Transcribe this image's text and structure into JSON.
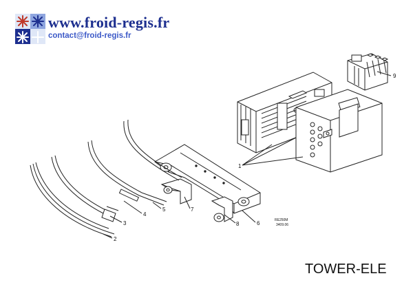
{
  "header": {
    "site_url": "www.froid-regis.fr",
    "contact": "contact@froid-regis.fr"
  },
  "diagram": {
    "title": "TOWER-ELE",
    "drawing_code_1": "RE250M",
    "drawing_code_2": "3409.06",
    "callouts": [
      {
        "id": "1",
        "label": "1"
      },
      {
        "id": "2",
        "label": "2"
      },
      {
        "id": "3",
        "label": "3"
      },
      {
        "id": "4",
        "label": "4"
      },
      {
        "id": "5",
        "label": "5"
      },
      {
        "id": "6",
        "label": "6"
      },
      {
        "id": "7",
        "label": "7"
      },
      {
        "id": "8",
        "label": "8"
      },
      {
        "id": "9",
        "label": "9"
      }
    ]
  },
  "colors": {
    "brand_blue": "#1d2f8f",
    "contact_blue": "#3c59c7",
    "logo_red": "#c0392b",
    "line": "#222222"
  },
  "icons": {
    "logo": "snowflake-logo-icon"
  }
}
